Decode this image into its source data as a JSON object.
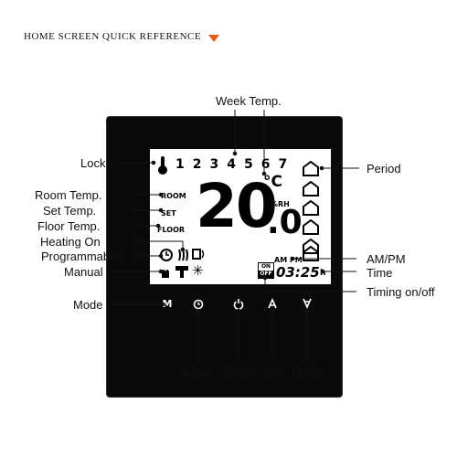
{
  "header": {
    "title": "HOME SCREEN QUICK REFERENCE",
    "accent": "#e05a1a"
  },
  "labels": {
    "week_temp": "Week Temp.",
    "lock": "Lock",
    "period": "Period",
    "room_temp": "Room Temp.",
    "set_temp": "Set Temp.",
    "floor_temp": "Floor Temp.",
    "heating_on": "Heating On",
    "programmable": "Programmable",
    "manual": "Manual",
    "am_pm": "AM/PM",
    "time": "Time",
    "timing_onoff": "Timing on/off",
    "mode": "Mode",
    "clock": "Clock",
    "power": "Power",
    "up": "Up",
    "down": "Down"
  },
  "lcd": {
    "days": [
      "1",
      "2",
      "3",
      "4",
      "5",
      "6",
      "7"
    ],
    "room": "ROOM",
    "set": "SET",
    "floor": "FLOOR",
    "temp_main": "20",
    "temp_decimal": ".0",
    "unit": "°C",
    "humidity": "%RH",
    "am_pm": "AM PM",
    "on_top": "ON",
    "off_bottom": "OFF",
    "time": "03:25",
    "hour_suffix": "h"
  },
  "buttons": {
    "mode": "M"
  },
  "icons": [
    "thermometer-lock-icon",
    "clock-icon",
    "heating-icon",
    "fan-icon",
    "manual-hand-icon",
    "snowflake-icon",
    "period-house-icon",
    "power-icon",
    "up-arrow-icon",
    "down-arrow-icon"
  ]
}
